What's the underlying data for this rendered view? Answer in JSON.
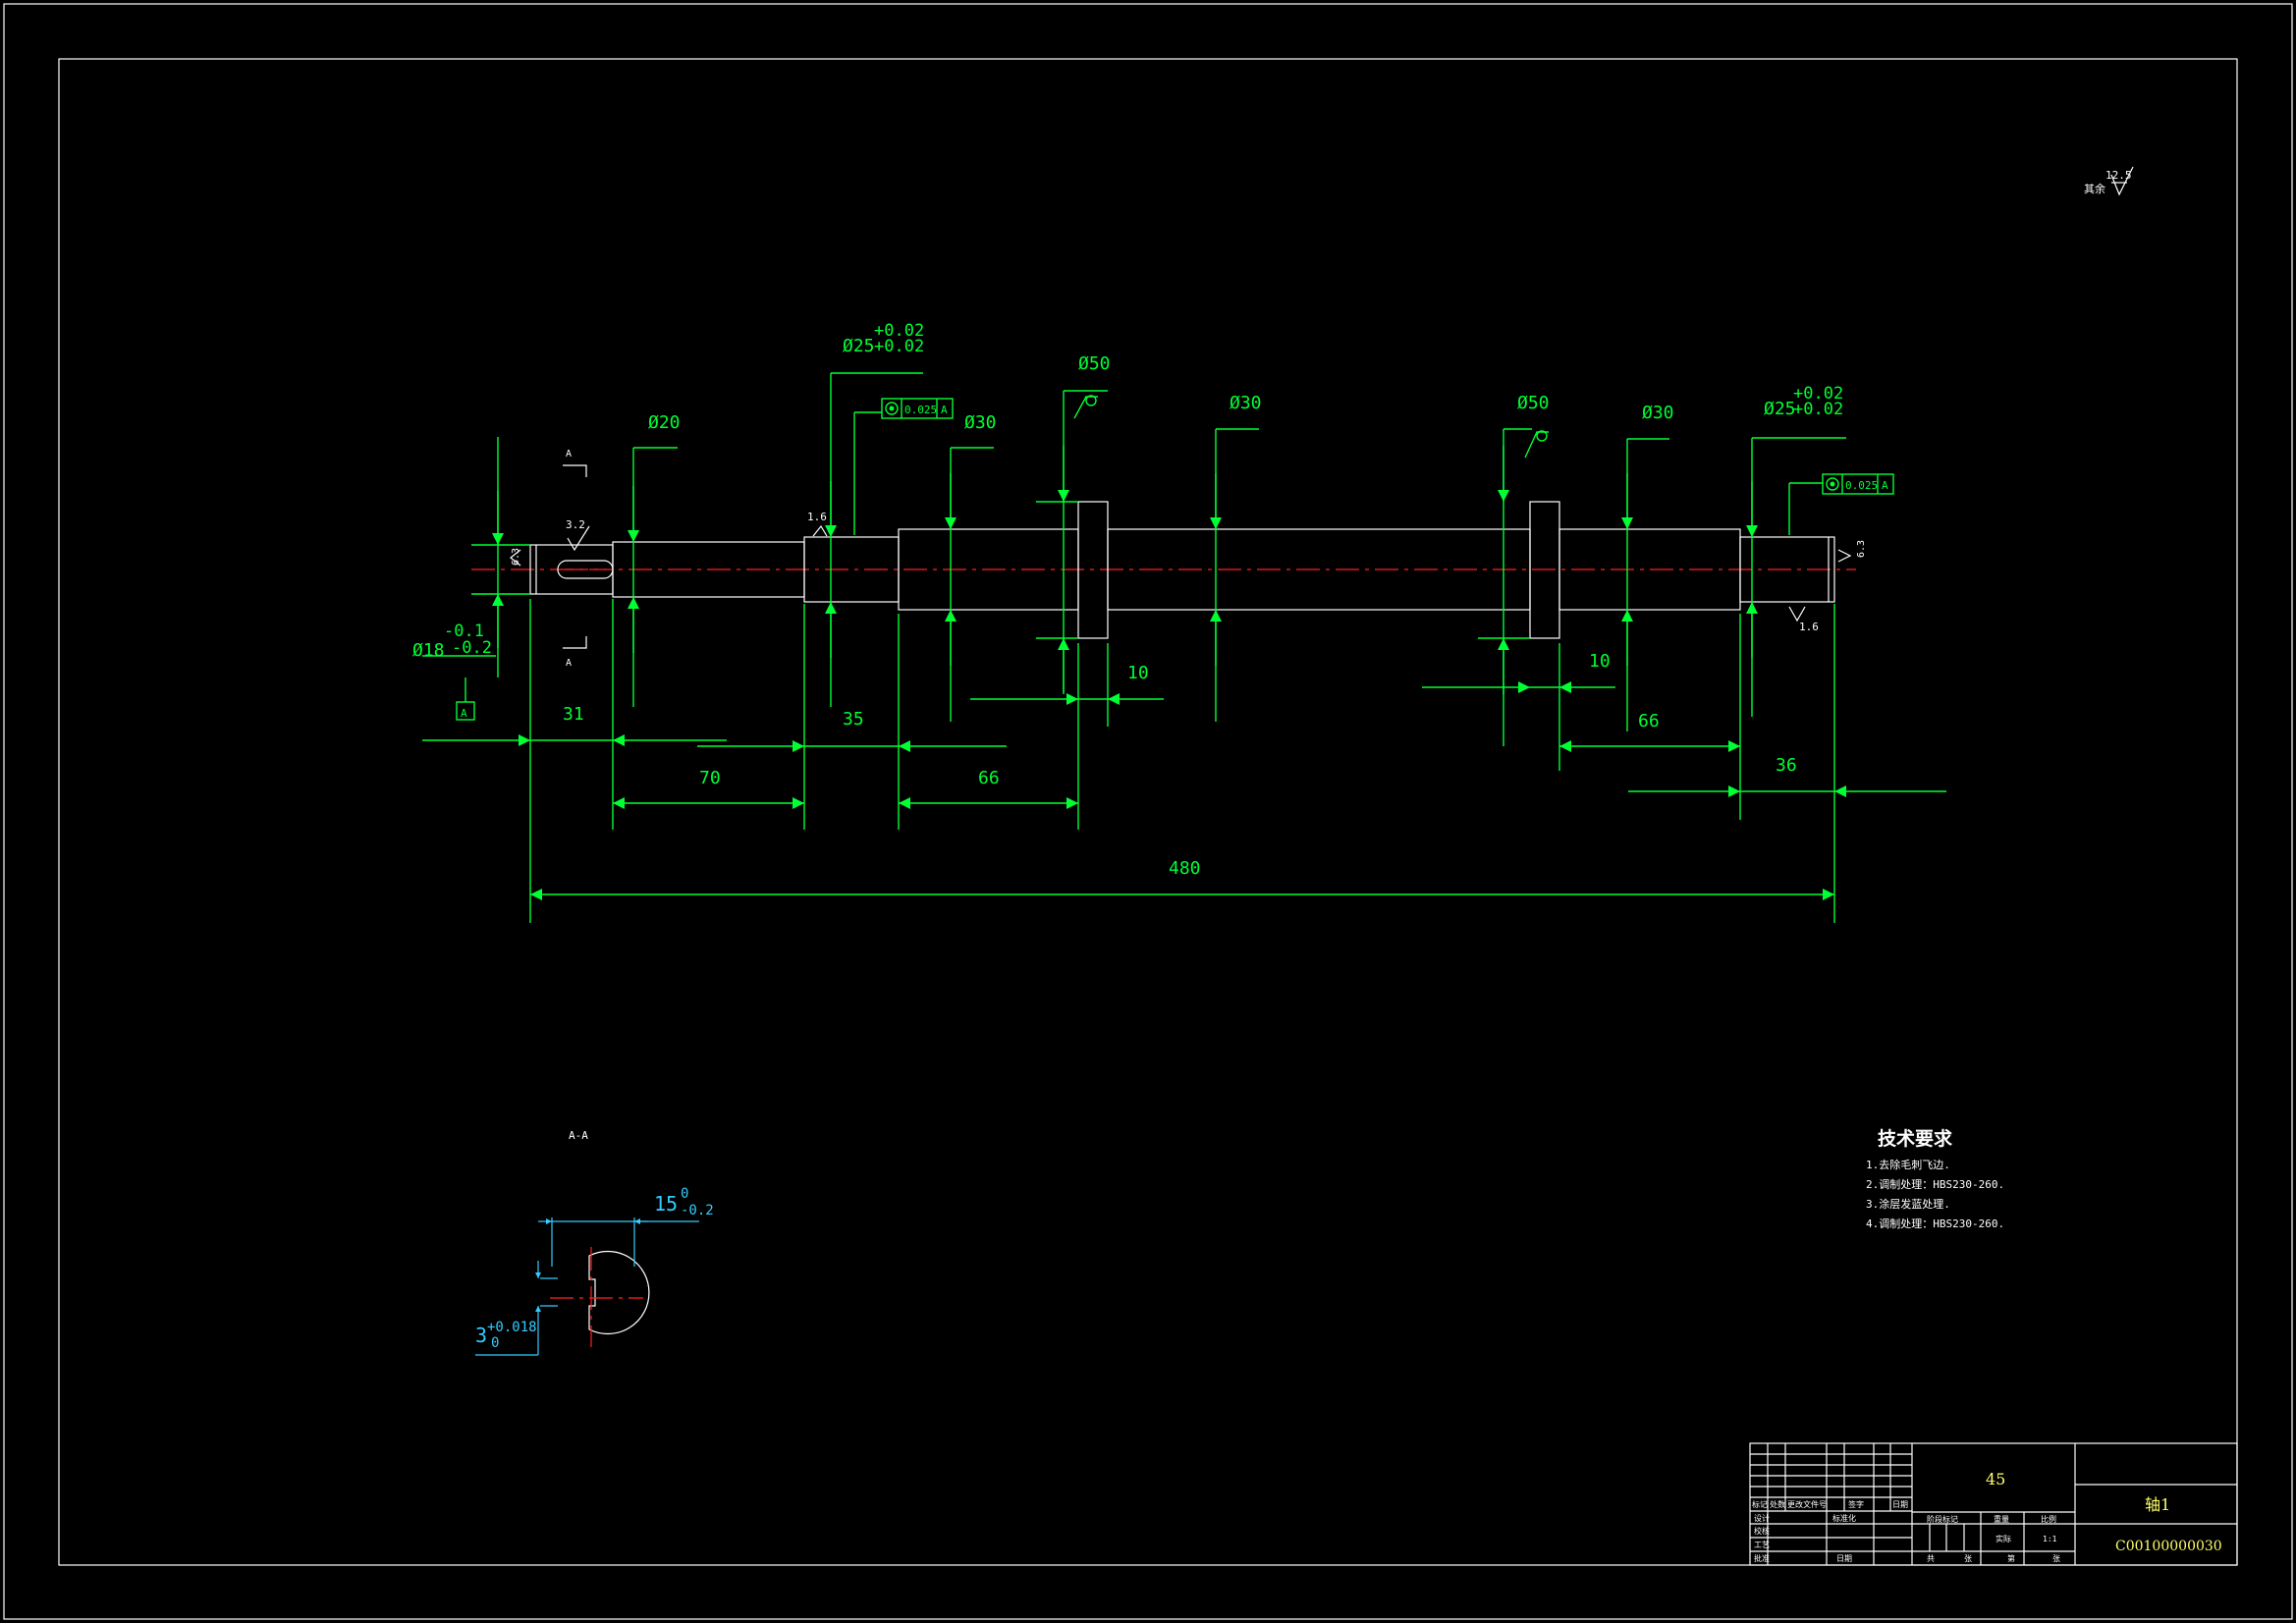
{
  "colors": {
    "background": "#000000",
    "dimension": "#00ff33",
    "outline": "#ffffff",
    "centerline": "#ff2020",
    "section_dim": "#33ccff",
    "title_text": "#ffff66"
  },
  "dimensions": {
    "d18": "Ø18",
    "d18_tol_upper": "-0.1",
    "d18_tol_lower": "-0.2",
    "d20": "Ø20",
    "d25_left": "Ø25",
    "d25_tol_upper": "+0.02",
    "d25_tol_lower": "+0.02",
    "d30_a": "Ø30",
    "d50_a": "Ø50",
    "d30_b": "Ø30",
    "d50_b": "Ø50",
    "d30_c": "Ø30",
    "d25_right": "Ø25",
    "len_31": "31",
    "len_70": "70",
    "len_35": "35",
    "len_66_a": "66",
    "len_10_a": "10",
    "len_10_b": "10",
    "len_66_b": "66",
    "len_36": "36",
    "len_480": "480",
    "runout_left": "0.025",
    "runout_right": "0.025",
    "datum": "A"
  },
  "surface_finish": {
    "r32": "3.2",
    "r16_left": "1.6",
    "r16_right": "1.6",
    "r63_left": "6.3",
    "r63_right": "6.3",
    "general": "12.5",
    "general_note": "其余"
  },
  "section": {
    "label": "A-A",
    "view_marker": "A",
    "key_width": "15",
    "key_width_tol_upper": "0",
    "key_width_tol_lower": "-0.2",
    "key_depth": "3",
    "key_depth_tol_upper": "+0.018",
    "key_depth_tol_lower": "0"
  },
  "tech_requirements": {
    "title": "技术要求",
    "items": [
      "1.去除毛刺飞边.",
      "2.调制处理：HBS230-260.",
      "3.涂层发蓝处理.",
      "4.调制处理：HBS230-260."
    ]
  },
  "title_block": {
    "material": "45",
    "part_name": "轴1",
    "drawing_no": "C00100000030",
    "scale": "1:1",
    "header_labels": [
      "标记",
      "处数",
      "更改文件号",
      "签字",
      "日期"
    ],
    "role_labels": [
      "设计",
      "校核",
      "工艺",
      "批准"
    ],
    "standardization": "标准化",
    "date_label": "日期",
    "stage_labels": [
      "阶段标记",
      "重量",
      "比例"
    ],
    "weight": "实际",
    "footer_labels": [
      "共",
      "张",
      "第",
      "张"
    ]
  }
}
